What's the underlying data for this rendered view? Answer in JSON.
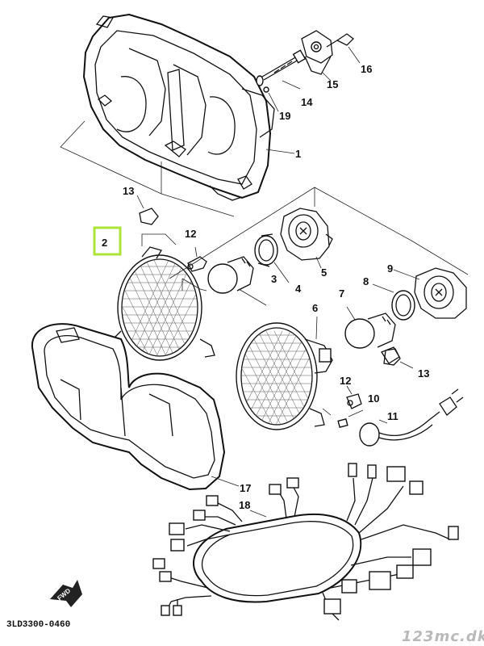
{
  "callouts": {
    "c1": "1",
    "c2": "2",
    "c3": "3",
    "c4": "4",
    "c5": "5",
    "c6": "6",
    "c7": "7",
    "c8": "8",
    "c9": "9",
    "c10": "10",
    "c11": "11",
    "c12a": "12",
    "c12b": "12",
    "c13a": "13",
    "c13b": "13",
    "c14": "14",
    "c15": "15",
    "c16": "16",
    "c17": "17",
    "c18": "18",
    "c19": "19"
  },
  "drawing_code": "3LD3300-0460",
  "fwd_label": "FWD",
  "watermark": "123mc.dk",
  "highlight_color": "#aee33a",
  "icons": {
    "fwd": "forward-arrow-icon"
  }
}
